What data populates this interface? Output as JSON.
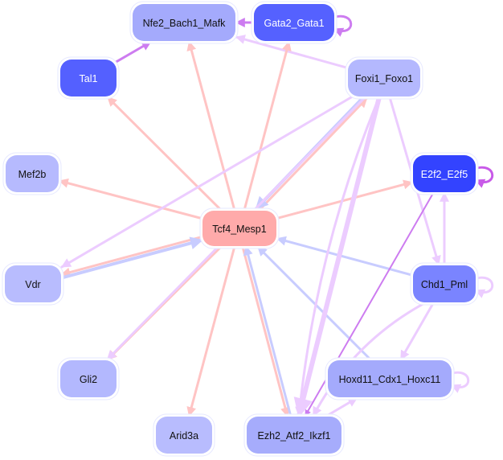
{
  "title": "Gene regulatory network",
  "colors": {
    "background": "#ffffff",
    "node_outline": "#e6e8ff",
    "edge_pink": "#ffc4c4",
    "edge_lavender": "#c8ccff",
    "edge_lilac": "#ecccff",
    "edge_violet": "#cd7cf0",
    "edge_magenta": "#c85ae8"
  },
  "nodes": [
    {
      "id": "Nfe2_Bach1_Mafk",
      "label": "Nfe2_Bach1_Mafk",
      "fill": "#a4aafc",
      "text": "#111111"
    },
    {
      "id": "Gata2_Gata1",
      "label": "Gata2_Gata1",
      "fill": "#5561ff",
      "text": "#ffffff"
    },
    {
      "id": "Tal1",
      "label": "Tal1",
      "fill": "#5460ff",
      "text": "#ffffff"
    },
    {
      "id": "Foxi1_Foxo1",
      "label": "Foxi1_Foxo1",
      "fill": "#b4b8fe",
      "text": "#111111"
    },
    {
      "id": "Mef2b",
      "label": "Mef2b",
      "fill": "#b6bafe",
      "text": "#111111"
    },
    {
      "id": "E2f2_E2f5",
      "label": "E2f2_E2f5",
      "fill": "#3343ff",
      "text": "#ffffff"
    },
    {
      "id": "Tcf4_Mesp1",
      "label": "Tcf4_Mesp1",
      "fill": "#ffaaaa",
      "text": "#111111"
    },
    {
      "id": "Vdr",
      "label": "Vdr",
      "fill": "#b8bcfe",
      "text": "#111111"
    },
    {
      "id": "Chd1_Pml",
      "label": "Chd1_Pml",
      "fill": "#7a84ff",
      "text": "#111111"
    },
    {
      "id": "Gli2",
      "label": "Gli2",
      "fill": "#b3b8fe",
      "text": "#111111"
    },
    {
      "id": "Hoxd11_Cdx1_Hoxc11",
      "label": "Hoxd11_Cdx1_Hoxc11",
      "fill": "#a4aafc",
      "text": "#111111"
    },
    {
      "id": "Arid3a",
      "label": "Arid3a",
      "fill": "#b8bcfe",
      "text": "#111111"
    },
    {
      "id": "Ezh2_Atf2_Ikzf1",
      "label": "Ezh2_Atf2_Ikzf1",
      "fill": "#a6acfc",
      "text": "#111111"
    }
  ],
  "edges": [
    {
      "from": "Gata2_Gata1",
      "to": "Nfe2_Bach1_Mafk",
      "color": "edge_violet",
      "weight": 3
    },
    {
      "from": "Gata2_Gata1",
      "to": "Gata2_Gata1",
      "color": "edge_violet",
      "weight": 3,
      "self": true
    },
    {
      "from": "Tal1",
      "to": "Nfe2_Bach1_Mafk",
      "color": "edge_violet",
      "weight": 3
    },
    {
      "from": "Foxi1_Foxo1",
      "to": "Nfe2_Bach1_Mafk",
      "color": "edge_lilac",
      "weight": 3
    },
    {
      "from": "Tcf4_Mesp1",
      "to": "Nfe2_Bach1_Mafk",
      "color": "edge_pink",
      "weight": 3
    },
    {
      "from": "Tcf4_Mesp1",
      "to": "Gata2_Gata1",
      "color": "edge_pink",
      "weight": 3
    },
    {
      "from": "Tcf4_Mesp1",
      "to": "Tal1",
      "color": "edge_pink",
      "weight": 3
    },
    {
      "from": "Tcf4_Mesp1",
      "to": "Mef2b",
      "color": "edge_pink",
      "weight": 3
    },
    {
      "from": "Tcf4_Mesp1",
      "to": "Vdr",
      "color": "edge_pink",
      "weight": 3
    },
    {
      "from": "Vdr",
      "to": "Tcf4_Mesp1",
      "color": "edge_lavender",
      "weight": 4
    },
    {
      "from": "Tcf4_Mesp1",
      "to": "Foxi1_Foxo1",
      "color": "edge_pink",
      "weight": 3
    },
    {
      "from": "Foxi1_Foxo1",
      "to": "Tcf4_Mesp1",
      "color": "edge_lavender",
      "weight": 4
    },
    {
      "from": "Tcf4_Mesp1",
      "to": "E2f2_E2f5",
      "color": "edge_pink",
      "weight": 3
    },
    {
      "from": "Tcf4_Mesp1",
      "to": "Gli2",
      "color": "edge_pink",
      "weight": 3
    },
    {
      "from": "Tcf4_Mesp1",
      "to": "Arid3a",
      "color": "edge_pink",
      "weight": 3
    },
    {
      "from": "Tcf4_Mesp1",
      "to": "Ezh2_Atf2_Ikzf1",
      "color": "edge_pink",
      "weight": 3
    },
    {
      "from": "Ezh2_Atf2_Ikzf1",
      "to": "Tcf4_Mesp1",
      "color": "edge_lavender",
      "weight": 3
    },
    {
      "from": "Chd1_Pml",
      "to": "Tcf4_Mesp1",
      "color": "edge_lavender",
      "weight": 3
    },
    {
      "from": "Hoxd11_Cdx1_Hoxc11",
      "to": "Tcf4_Mesp1",
      "color": "edge_lavender",
      "weight": 3
    },
    {
      "from": "Foxi1_Foxo1",
      "to": "Vdr",
      "color": "edge_lilac",
      "weight": 3
    },
    {
      "from": "Foxi1_Foxo1",
      "to": "Gli2",
      "color": "edge_lilac",
      "weight": 3
    },
    {
      "from": "Foxi1_Foxo1",
      "to": "Ezh2_Atf2_Ikzf1",
      "color": "edge_lilac",
      "weight": 6
    },
    {
      "from": "Foxi1_Foxo1",
      "to": "Ezh2_Atf2_Ikzf1",
      "color": "edge_lilac",
      "weight": 3,
      "bend": 1
    },
    {
      "from": "Foxi1_Foxo1",
      "to": "Chd1_Pml",
      "color": "edge_lilac",
      "weight": 3
    },
    {
      "from": "E2f2_E2f5",
      "to": "E2f2_E2f5",
      "color": "edge_magenta",
      "weight": 3,
      "self": true
    },
    {
      "from": "E2f2_E2f5",
      "to": "Ezh2_Atf2_Ikzf1",
      "color": "edge_violet",
      "weight": 2
    },
    {
      "from": "Chd1_Pml",
      "to": "E2f2_E2f5",
      "color": "edge_lilac",
      "weight": 3
    },
    {
      "from": "Chd1_Pml",
      "to": "Chd1_Pml",
      "color": "edge_lilac",
      "weight": 3,
      "self": true
    },
    {
      "from": "Chd1_Pml",
      "to": "Hoxd11_Cdx1_Hoxc11",
      "color": "edge_lilac",
      "weight": 3
    },
    {
      "from": "Chd1_Pml",
      "to": "Ezh2_Atf2_Ikzf1",
      "color": "edge_lilac",
      "weight": 3,
      "bend": 1
    },
    {
      "from": "Hoxd11_Cdx1_Hoxc11",
      "to": "Hoxd11_Cdx1_Hoxc11",
      "color": "edge_lilac",
      "weight": 3,
      "self": true
    },
    {
      "from": "Ezh2_Atf2_Ikzf1",
      "to": "Hoxd11_Cdx1_Hoxc11",
      "color": "edge_lilac",
      "weight": 3
    }
  ]
}
